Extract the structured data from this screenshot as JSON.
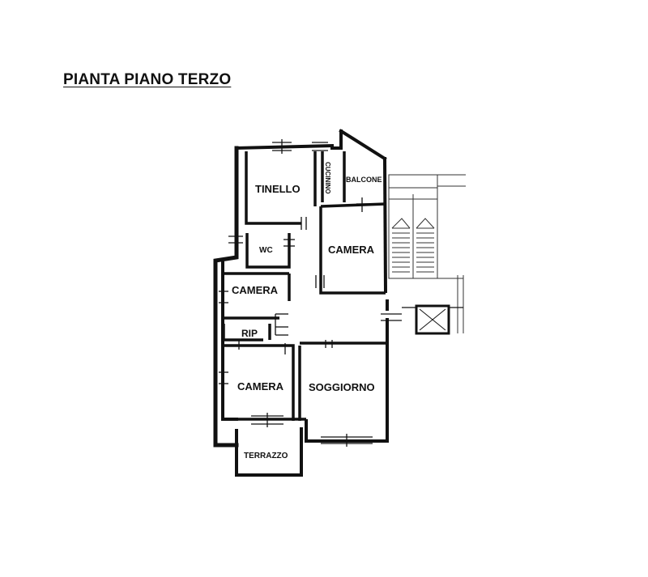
{
  "title": "PIANTA PIANO TERZO",
  "rooms": {
    "tinello": "TINELLO",
    "cucinino": "CUCININO",
    "balcone": "BALCONE",
    "wc": "WC",
    "camera_center": "CAMERA",
    "camera_left": "CAMERA",
    "rip": "RIP",
    "camera_bottom": "CAMERA",
    "soggiorno": "SOGGIORNO",
    "terrazzo": "TERRAZZO"
  }
}
